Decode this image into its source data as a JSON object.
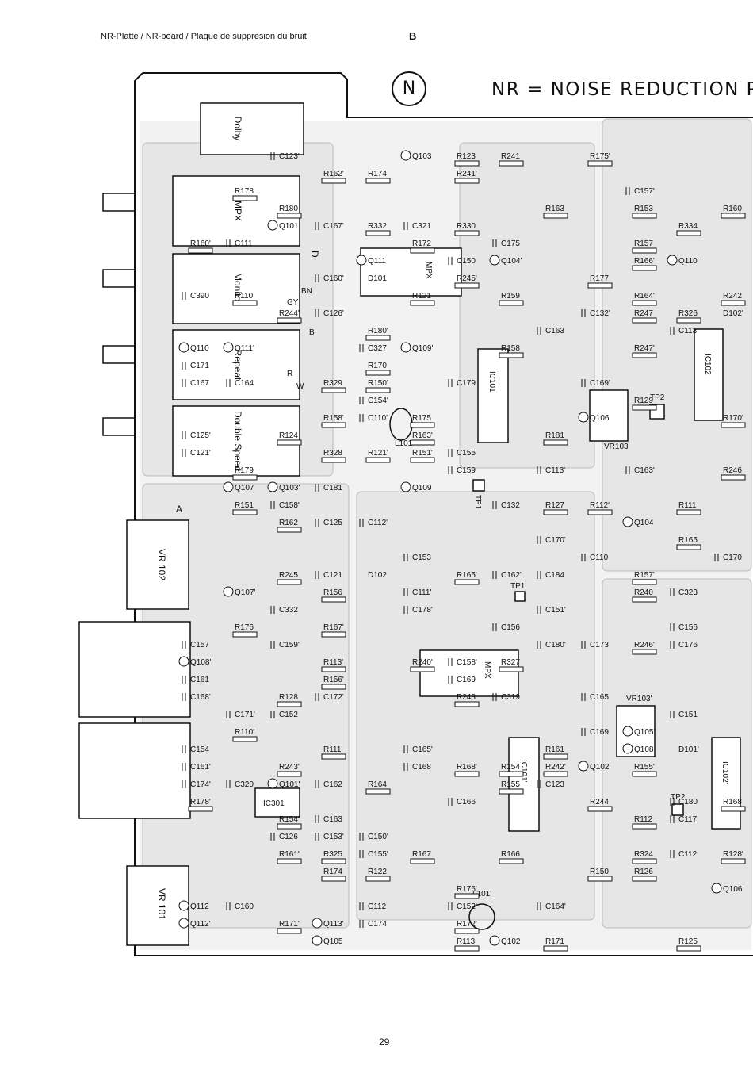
{
  "header": {
    "left_text": "NR-Platte / NR-board / Plaque de suppresion du bruit",
    "page_letter": "B"
  },
  "board": {
    "badge_letter": "N",
    "title": "NR = NOISE REDUCTION PAR",
    "section_marks": [
      "A",
      "D"
    ],
    "switch_labels": [
      "Dolby",
      "MPX",
      "Monitor",
      "Repeat",
      "Double Speed"
    ],
    "controls": [
      "VR 102",
      "VR 101",
      "VR103",
      "VR103'"
    ],
    "ics": [
      "IC101",
      "IC102",
      "IC101'",
      "IC102'",
      "IC301"
    ],
    "module_label": "MPX",
    "wire_colors": [
      "BN",
      "GY",
      "B",
      "R",
      "W"
    ],
    "test_points": [
      "TP2",
      "TP1",
      "TP1'",
      "TP2"
    ],
    "resistors": [
      "R325",
      "R327",
      "R326",
      "R324",
      "R334",
      "R245",
      "R246",
      "R332",
      "R242",
      "R241",
      "R243",
      "R163",
      "R168",
      "R166",
      "R178",
      "R179",
      "R181",
      "R180",
      "R167",
      "R165",
      "R154",
      "R157",
      "R153",
      "R156",
      "R244",
      "R159",
      "R155",
      "R158",
      "R150",
      "R164",
      "R161",
      "R174",
      "R176",
      "R175",
      "R160",
      "R162",
      "R151",
      "R129",
      "R240",
      "R122",
      "R123",
      "R127",
      "R128",
      "R174",
      "R125",
      "R121",
      "R330",
      "R124",
      "R126",
      "R247",
      "R170",
      "R171",
      "R172",
      "R328",
      "R246'",
      "R245'",
      "R242'",
      "R241'",
      "R243'",
      "R163'",
      "R165'",
      "R166'",
      "R167'",
      "R168'",
      "R162'",
      "R178'",
      "R175'",
      "R121'",
      "R128'",
      "R157'",
      "R154'",
      "R156'",
      "R164'",
      "R161'",
      "R155'",
      "R150'",
      "R158'",
      "R160'",
      "R244'",
      "R112'",
      "R110'",
      "R111'",
      "R113'",
      "R113",
      "R111",
      "R112",
      "R110",
      "R329",
      "R240'",
      "R151'",
      "R176'",
      "R170'",
      "R247'",
      "R171'",
      "R172'",
      "R177",
      "R180'"
    ],
    "capacitors": [
      "C156",
      "C155",
      "C169",
      "C169",
      "C163",
      "C184",
      "C132",
      "C179",
      "C154",
      "C162",
      "C163",
      "C164",
      "C165",
      "C161",
      "C171",
      "C170",
      "C152",
      "C180",
      "C117",
      "C167",
      "C166",
      "C160",
      "C150",
      "C153",
      "C151",
      "C157",
      "C156",
      "C159",
      "C176",
      "C181",
      "C173",
      "C175",
      "C112",
      "C125",
      "C126",
      "C323",
      "C121",
      "C123",
      "C123'",
      "C332",
      "C125'",
      "C126'",
      "C390",
      "C155'",
      "C158'",
      "C151'",
      "C150'",
      "C321",
      "C154'",
      "C162'",
      "C163'",
      "C164'",
      "C161'",
      "C165'",
      "C160'",
      "C320",
      "C168",
      "C157'",
      "C158'",
      "C153'",
      "C168'",
      "C170'",
      "C169'",
      "C171'",
      "C167'",
      "C152'",
      "C180'",
      "C178'",
      "C174",
      "C159'",
      "C174'",
      "C121'",
      "C327",
      "C110",
      "C112",
      "C111",
      "C111'",
      "C110'",
      "C112'",
      "C113",
      "C113'",
      "C172'",
      "C319",
      "C132'"
    ],
    "transistors": [
      "Q109",
      "Q110",
      "Q105",
      "Q106",
      "Q111",
      "Q107",
      "Q103",
      "Q108",
      "Q104",
      "Q112",
      "Q102",
      "Q101",
      "Q106'",
      "Q105'",
      "Q109'",
      "Q110'",
      "Q107'",
      "Q111'",
      "Q102'",
      "Q101'",
      "Q103'",
      "Q108'",
      "Q104'",
      "Q112'",
      "Q113'"
    ],
    "diodes": [
      "D102",
      "D101",
      "D101'",
      "D102'"
    ],
    "coils": [
      "L101",
      "L101'"
    ]
  },
  "footer": {
    "page_number": "29"
  },
  "colors": {
    "ink": "#111111",
    "trace_fill": "#e6e6e6",
    "board_bg": "#ffffff"
  }
}
